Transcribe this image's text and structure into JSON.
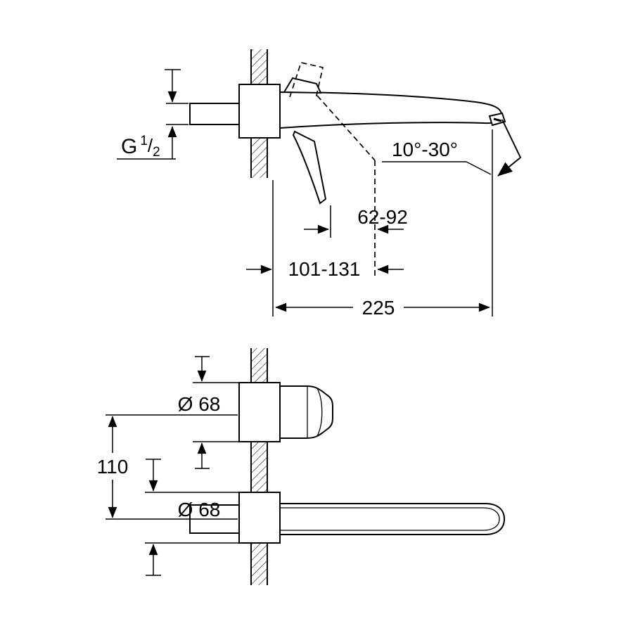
{
  "drawing": {
    "thread_label": {
      "g": "G",
      "numerator": "1",
      "slash": "/",
      "denominator": "2"
    },
    "angle_range": "10°-30°",
    "spout_to_handle_range": "62-92",
    "wall_to_handle_range": "101-131",
    "total_projection": "225",
    "top_flange_diameter": "Ø 68",
    "vertical_center_distance": "110",
    "bottom_flange_diameter": "Ø 68"
  },
  "colors": {
    "line": "#000000",
    "background": "#ffffff"
  }
}
